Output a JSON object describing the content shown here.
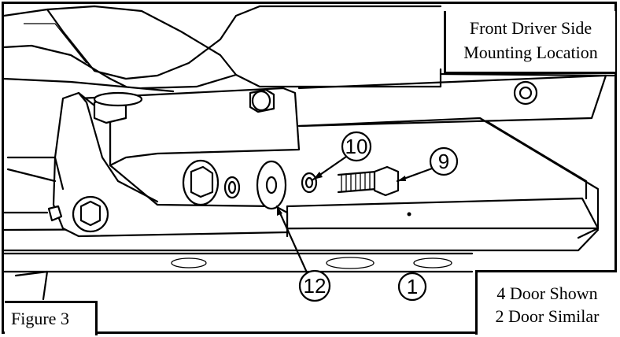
{
  "title_box": {
    "line1": "Front Driver Side",
    "line2": "Mounting Location"
  },
  "note_box": {
    "line1": "4 Door Shown",
    "line2": "2 Door Similar"
  },
  "figure_label": "Figure 3",
  "callouts": {
    "c10": "10",
    "c9": "9",
    "c12": "12",
    "c1": "1"
  }
}
